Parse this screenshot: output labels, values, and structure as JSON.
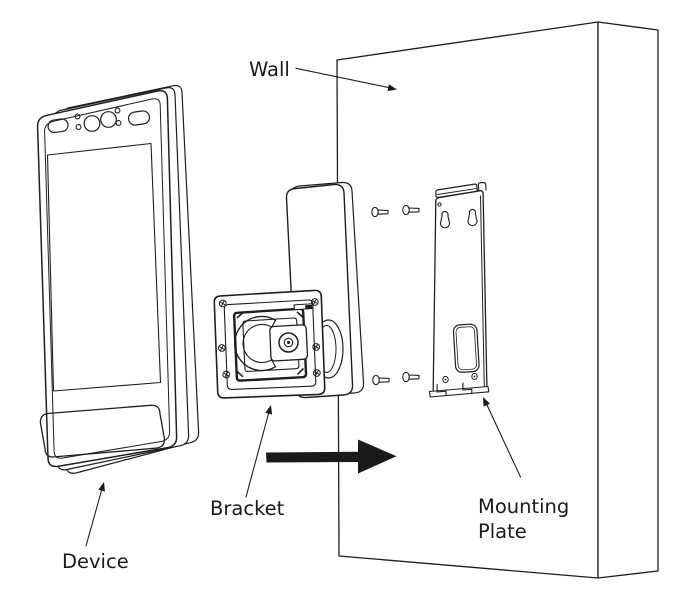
{
  "figure": {
    "background_color": "#ffffff",
    "line_color": "#1f1f1f",
    "arrow_color": "#1a1a1a",
    "labels": {
      "wall": "Wall",
      "device": "Device",
      "bracket": "Bracket",
      "mounting_plate": [
        "Mounting",
        "Plate"
      ]
    },
    "icons": {
      "install_direction_arrow": "right-arrow"
    }
  }
}
